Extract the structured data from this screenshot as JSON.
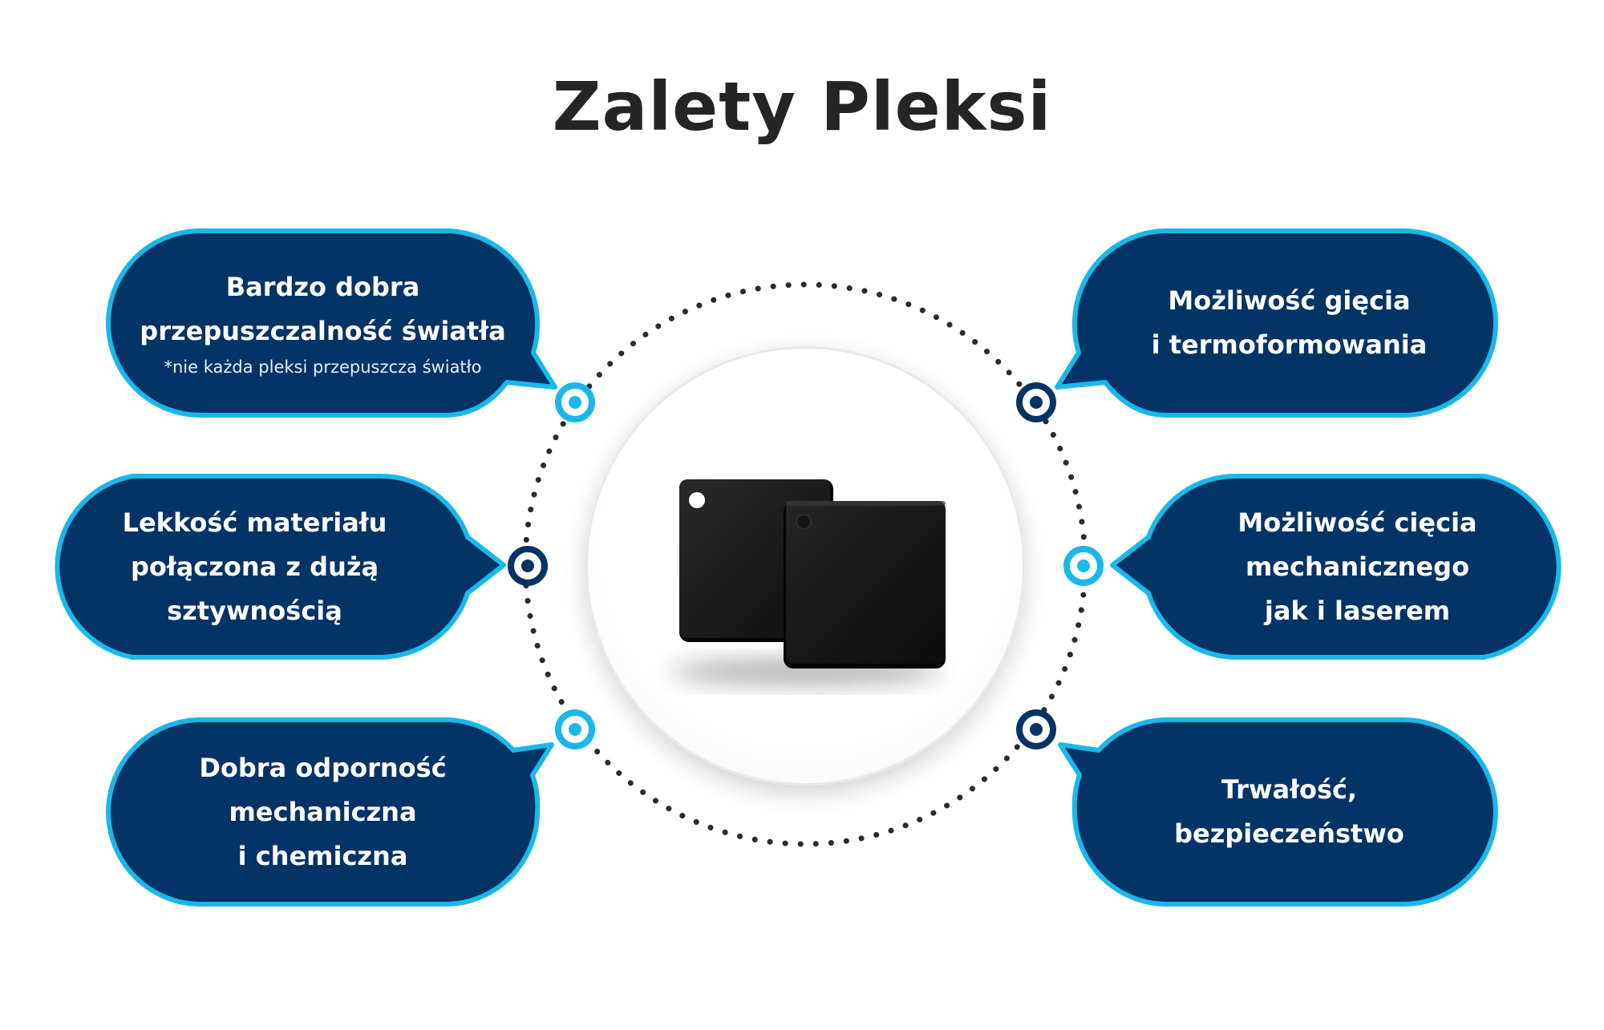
{
  "title": "Zalety Pleksi",
  "colors": {
    "bubble_fill": "#043466",
    "bubble_border": "#1ab8ea",
    "node_light": "#1ab8ea",
    "node_dark": "#043466",
    "title": "#252525",
    "dots": "#2b2b2b"
  },
  "bubbles": {
    "top_left": {
      "lines": [
        "Bardzo dobra",
        "przepuszczalność światła"
      ],
      "note": "*nie każda pleksi przepuszcza światło"
    },
    "middle_left": {
      "lines": [
        "Lekkość materiału",
        "połączona z dużą",
        "sztywnością"
      ]
    },
    "bottom_left": {
      "lines": [
        "Dobra odporność",
        "mechaniczna",
        "i chemiczna"
      ]
    },
    "top_right": {
      "lines": [
        "Możliwość gięcia",
        "i termoformowania"
      ]
    },
    "middle_right": {
      "lines": [
        "Możliwość cięcia",
        "mechanicznego",
        "jak i laserem"
      ]
    },
    "bottom_right": {
      "lines": [
        "Trwałość,",
        "bezpieczeństwo"
      ]
    }
  },
  "image": {
    "subject": "two black plexiglass sample squares"
  }
}
